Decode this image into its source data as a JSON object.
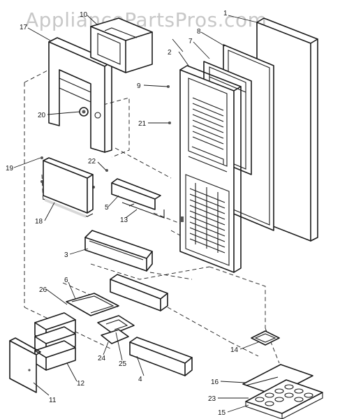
{
  "watermark": "AppliancePartsPros.com",
  "callouts": {
    "c1": "1",
    "c2": "2",
    "c3": "3",
    "c4": "4",
    "c5": "5",
    "c6": "6",
    "c7": "7",
    "c8": "8",
    "c9": "9",
    "c10": "10",
    "c11": "11",
    "c12": "12",
    "c13": "13",
    "c14": "14",
    "c15": "15",
    "c16": "16",
    "c17": "17",
    "c18": "18",
    "c19": "19",
    "c20": "20",
    "c21": "21",
    "c22": "22",
    "c23": "23",
    "c24": "24",
    "c25": "25",
    "c26": "26"
  }
}
